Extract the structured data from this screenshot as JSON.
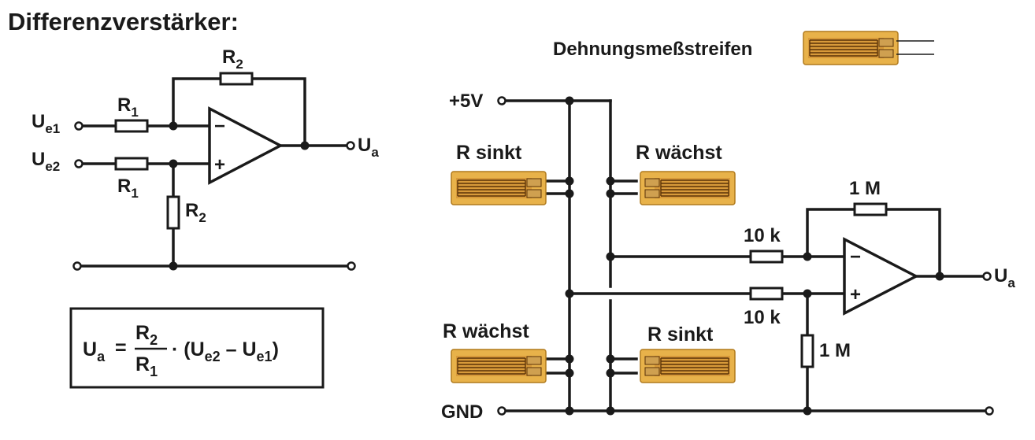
{
  "title": "Differenzverstärker:",
  "left_circuit": {
    "r1_top": {
      "main": "R",
      "sub": "1"
    },
    "r1_bottom": {
      "main": "R",
      "sub": "1"
    },
    "r2_feedback": {
      "main": "R",
      "sub": "2"
    },
    "r2_ground": {
      "main": "R",
      "sub": "2"
    },
    "input1": {
      "main": "U",
      "sub": "e1"
    },
    "input2": {
      "main": "U",
      "sub": "e2"
    },
    "output": {
      "main": "U",
      "sub": "a"
    },
    "opamp_minus": "−",
    "opamp_plus": "+"
  },
  "formula": {
    "lhs": {
      "main": "U",
      "sub": "a"
    },
    "equals": "=",
    "numerator": {
      "main": "R",
      "sub": "2"
    },
    "denominator": {
      "main": "R",
      "sub": "1"
    },
    "rest_prefix": "· (U",
    "sub_e2": "e2",
    "minus": " – U",
    "sub_e1": "e1",
    "close": ")"
  },
  "right_circuit": {
    "legend": "Dehnungsmeßstreifen",
    "supply": "+5V",
    "ground": "GND",
    "gauge_top_left": "R sinkt",
    "gauge_top_right": "R wächst",
    "gauge_bottom_left": "R wächst",
    "gauge_bottom_right": "R sinkt",
    "r_feedback": "1 M",
    "r_input_top": "10 k",
    "r_input_bottom": "10 k",
    "r_ground": "1 M",
    "output": {
      "main": "U",
      "sub": "a"
    },
    "opamp_minus": "−",
    "opamp_plus": "+"
  }
}
